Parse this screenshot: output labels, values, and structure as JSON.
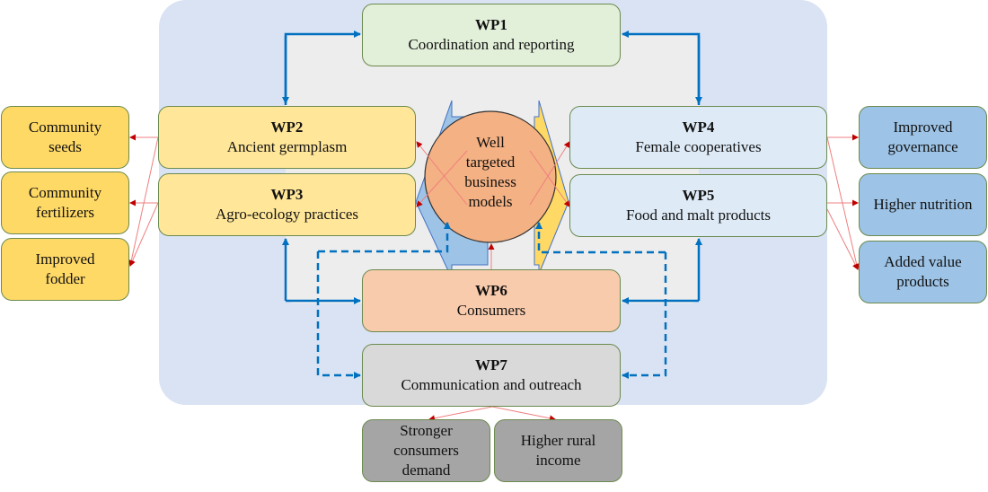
{
  "diagram": {
    "center": {
      "label_lines": [
        "Well",
        "targeted",
        "business",
        "models"
      ]
    },
    "work_packages": [
      {
        "id": "WP1",
        "title": "Coordination and reporting"
      },
      {
        "id": "WP2",
        "title": "Ancient germplasm"
      },
      {
        "id": "WP3",
        "title": "Agro-ecology practices"
      },
      {
        "id": "WP4",
        "title": "Female cooperatives"
      },
      {
        "id": "WP5",
        "title": "Food and malt products"
      },
      {
        "id": "WP6",
        "title": "Consumers"
      },
      {
        "id": "WP7",
        "title": "Communication and outreach"
      }
    ],
    "left_outcomes": [
      {
        "lines": [
          "Community",
          "seeds"
        ]
      },
      {
        "lines": [
          "Community",
          "fertilizers"
        ]
      },
      {
        "lines": [
          "Improved",
          "fodder"
        ]
      }
    ],
    "right_outcomes": [
      {
        "lines": [
          "Improved",
          "governance"
        ]
      },
      {
        "lines": [
          "Higher nutrition"
        ]
      },
      {
        "lines": [
          "Added value",
          "products"
        ]
      }
    ],
    "bottom_outcomes": [
      {
        "lines": [
          "Stronger",
          "consumers",
          "demand"
        ]
      },
      {
        "lines": [
          "Higher rural",
          "income"
        ]
      }
    ],
    "colors": {
      "outer_panel": "#dae3f3",
      "inner_panel": "#ededed",
      "blue_connector": "#0070c0",
      "red_connector": "#e06666",
      "circle_fill": "#f4b183",
      "left_chevron": "#9dc3e6",
      "right_chevron": "#ffd966"
    }
  }
}
